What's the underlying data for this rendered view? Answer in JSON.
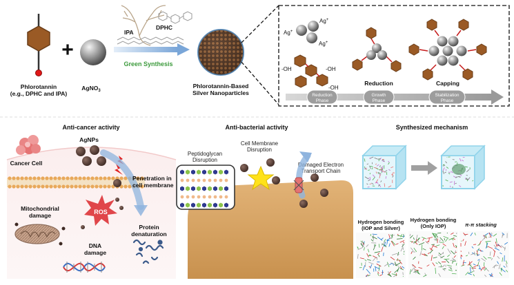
{
  "synthesis": {
    "phlorotannin_line1": "Phlorotannin",
    "phlorotannin_line2": "(e.g., DPHC and IPA)",
    "agno3": "AgNO",
    "agno3_sub": "3",
    "plus": "+",
    "dphc": "DPHC",
    "ipa": "IPA",
    "green_synthesis": "Green Synthesis",
    "product_line1": "Phlorotannin-Based",
    "product_line2": "Silver Nanoparticles"
  },
  "mechanism_steps": {
    "ag_ion": "Ag",
    "ag_plus": "+",
    "oh_left": "-OH",
    "oh_right": "-OH",
    "oh_bottom": "-OH",
    "reduction": "Reduction",
    "capping": "Capping",
    "phases": [
      {
        "line1": "Reduction",
        "line2": "Phase"
      },
      {
        "line1": "Growth",
        "line2": "Phase"
      },
      {
        "line1": "Stabilization",
        "line2": "Phase"
      }
    ]
  },
  "anticancer": {
    "title": "Anti-cancer activity",
    "cancer_cell": "Cancer Cell",
    "agnps": "AgNPs",
    "penetration_line1": "Penetration in",
    "penetration_line2": "cell membrane",
    "ros": "ROS",
    "mito_line1": "Mitochondrial",
    "mito_line2": "damage",
    "protein_line1": "Protein",
    "protein_line2": "denaturation",
    "dna_line1": "DNA",
    "dna_line2": "damage"
  },
  "antibacterial": {
    "title": "Anti-bacterial activity",
    "peptidoglycan_line1": "Peptidoglycan",
    "peptidoglycan_line2": "Disruption",
    "membrane_line1": "Cell Membrane",
    "membrane_line2": "Disruption",
    "electron_line1": "Damaged Electron",
    "electron_line2": "Transport Chain"
  },
  "mechanism": {
    "title": "Synthesized mechanism",
    "hb1_line1": "Hydrogen bonding",
    "hb1_line2": "(IOP and Silver)",
    "hb2_line1": "Hydrogen bonding",
    "hb2_line2": "(Only IOP)",
    "stacking": "π-π stacking"
  },
  "colors": {
    "phloro_brown": "#9a5a25",
    "silver": "#8c8c8c",
    "green_text": "#3c9a3c",
    "membrane_tan": "#e0b87a",
    "bacterium": "#d9a566",
    "ros_red": "#e0464a",
    "arrow_blue": "#7fa9d8",
    "box_cyan": "#8fd3ea"
  }
}
